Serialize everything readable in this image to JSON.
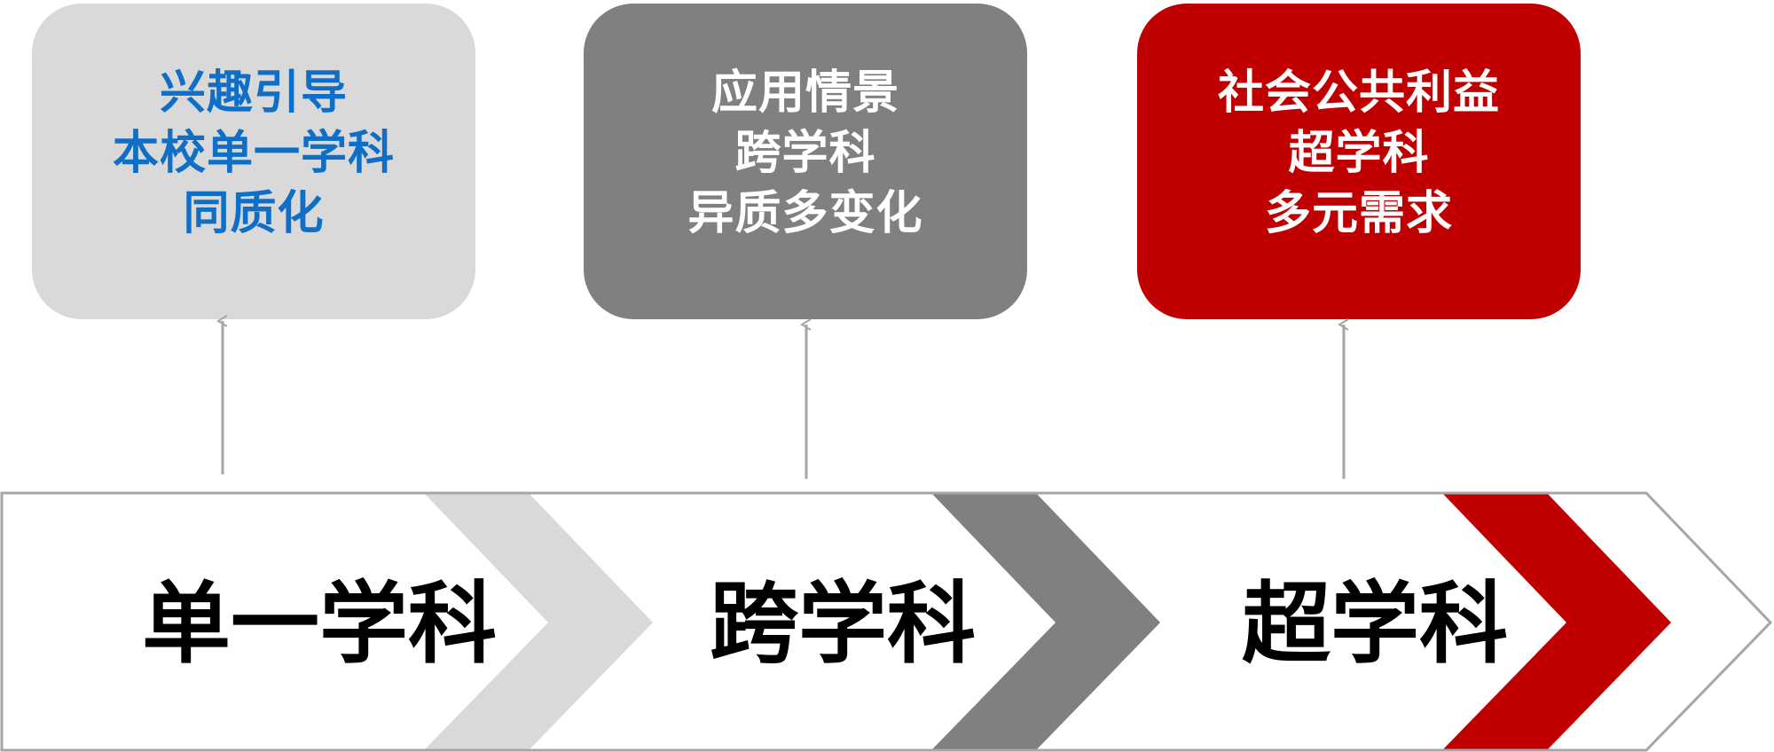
{
  "boxes": [
    {
      "lines": [
        "兴趣引导",
        "本校单一学科",
        "同质化"
      ],
      "color": "#d9d9d9",
      "text_color": "#0f6fc6"
    },
    {
      "lines": [
        "应用情景",
        "跨学科",
        "异质多变化"
      ],
      "color": "#808080",
      "text_color": "#ffffff"
    },
    {
      "lines": [
        "社会公共利益",
        "超学科",
        "多元需求"
      ],
      "color": "#c00000",
      "text_color": "#ffffff"
    }
  ],
  "stages": [
    {
      "label": "单一学科",
      "chevron_color": "#d9d9d9"
    },
    {
      "label": "跨学科",
      "chevron_color": "#808080"
    },
    {
      "label": "超学科",
      "chevron_color": "#c00000"
    }
  ],
  "colors": {
    "outline": "#a6a6a6",
    "connector": "#a6a6a6",
    "background": "#ffffff"
  }
}
